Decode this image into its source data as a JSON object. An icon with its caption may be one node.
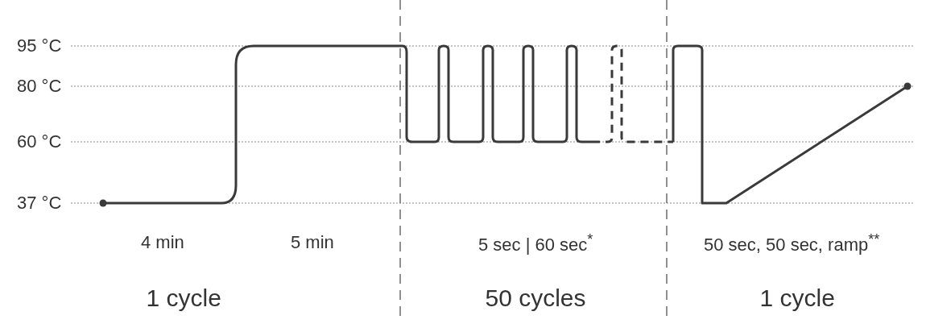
{
  "diagram": {
    "labels": [
      "95 °C",
      "80 °C",
      "60 °C",
      "37 °C",
      "4 min",
      "5 min",
      "5 sec | 60 sec$^{*}$",
      "50 sec, 50 sec, ramp$^{**}$",
      "1 cycle",
      "50 cycles",
      "1 cycle"
    ]
  }
}
